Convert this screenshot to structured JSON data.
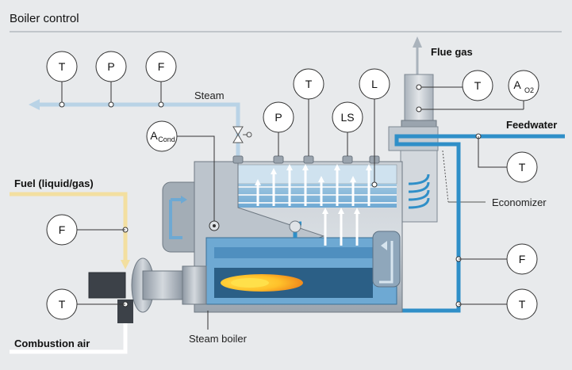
{
  "title": "Boiler control",
  "labels": {
    "flue_gas": "Flue gas",
    "steam": "Steam",
    "feedwater": "Feedwater",
    "fuel": "Fuel (liquid/gas)",
    "economizer": "Economizer",
    "combustion_air": "Combustion air",
    "steam_boiler": "Steam boiler"
  },
  "instruments": {
    "steam_t": "T",
    "steam_p": "P",
    "steam_f": "F",
    "cond_a": "A",
    "cond_sub": "Cond",
    "boiler_p": "P",
    "boiler_t": "T",
    "boiler_ls": "LS",
    "boiler_l": "L",
    "flue_t": "T",
    "flue_a": "A",
    "flue_a_sub": "O2",
    "feed_t": "T",
    "fuel_f": "F",
    "air_t": "T",
    "return_f": "F",
    "return_t": "T"
  },
  "colors": {
    "background": "#e8eaec",
    "steam_line": "#b9d3e6",
    "water_line": "#2f8fc8",
    "fuel_line": "#f3dfa0",
    "boiler_shell": "#b7bfc7",
    "flame_outer": "#f08a1c",
    "flame_inner": "#ffe04a"
  }
}
